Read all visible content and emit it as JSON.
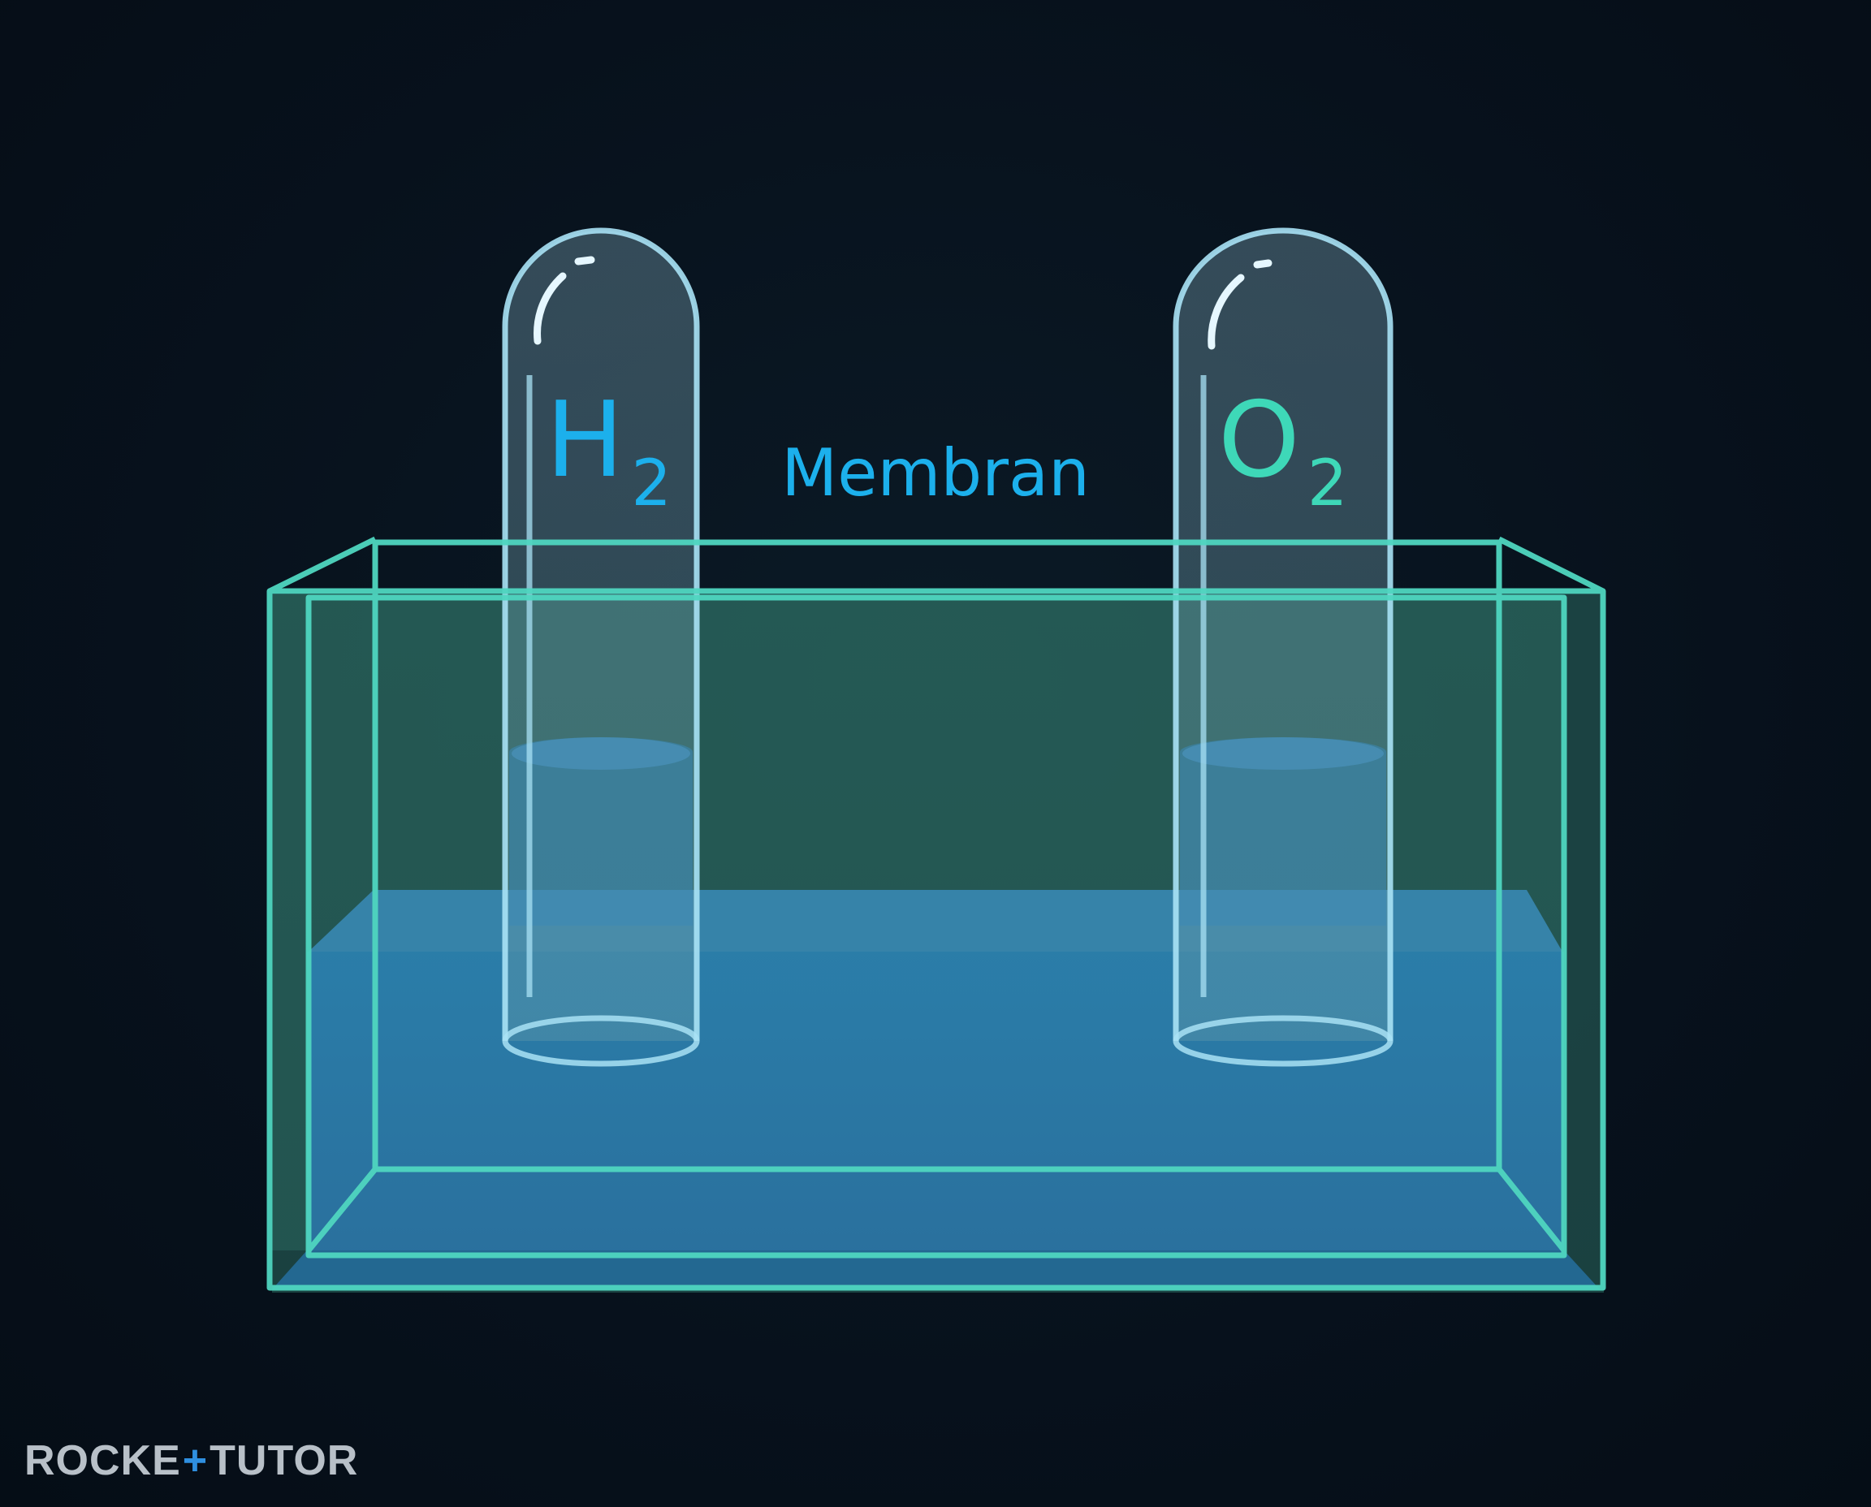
{
  "labels": {
    "membrane": "Membran",
    "tube_left": {
      "main": "H",
      "sub": "2"
    },
    "tube_right": {
      "main": "O",
      "sub": "2"
    }
  },
  "logo": {
    "part1": "ROCKE",
    "cross": "+",
    "part2": "TUTO",
    "part3": "R"
  },
  "colors": {
    "background": "#07111c",
    "tank_outline": "#4fd6c0",
    "water": "#2a7fb0",
    "tube_outline": "#a9e2f5",
    "membrane": "#1fb4e8",
    "label_h2": "#1cb0ec",
    "label_o2": "#3ed8b8",
    "logo_text": "#b8c0c8",
    "logo_accent": "#2f8fe0"
  }
}
